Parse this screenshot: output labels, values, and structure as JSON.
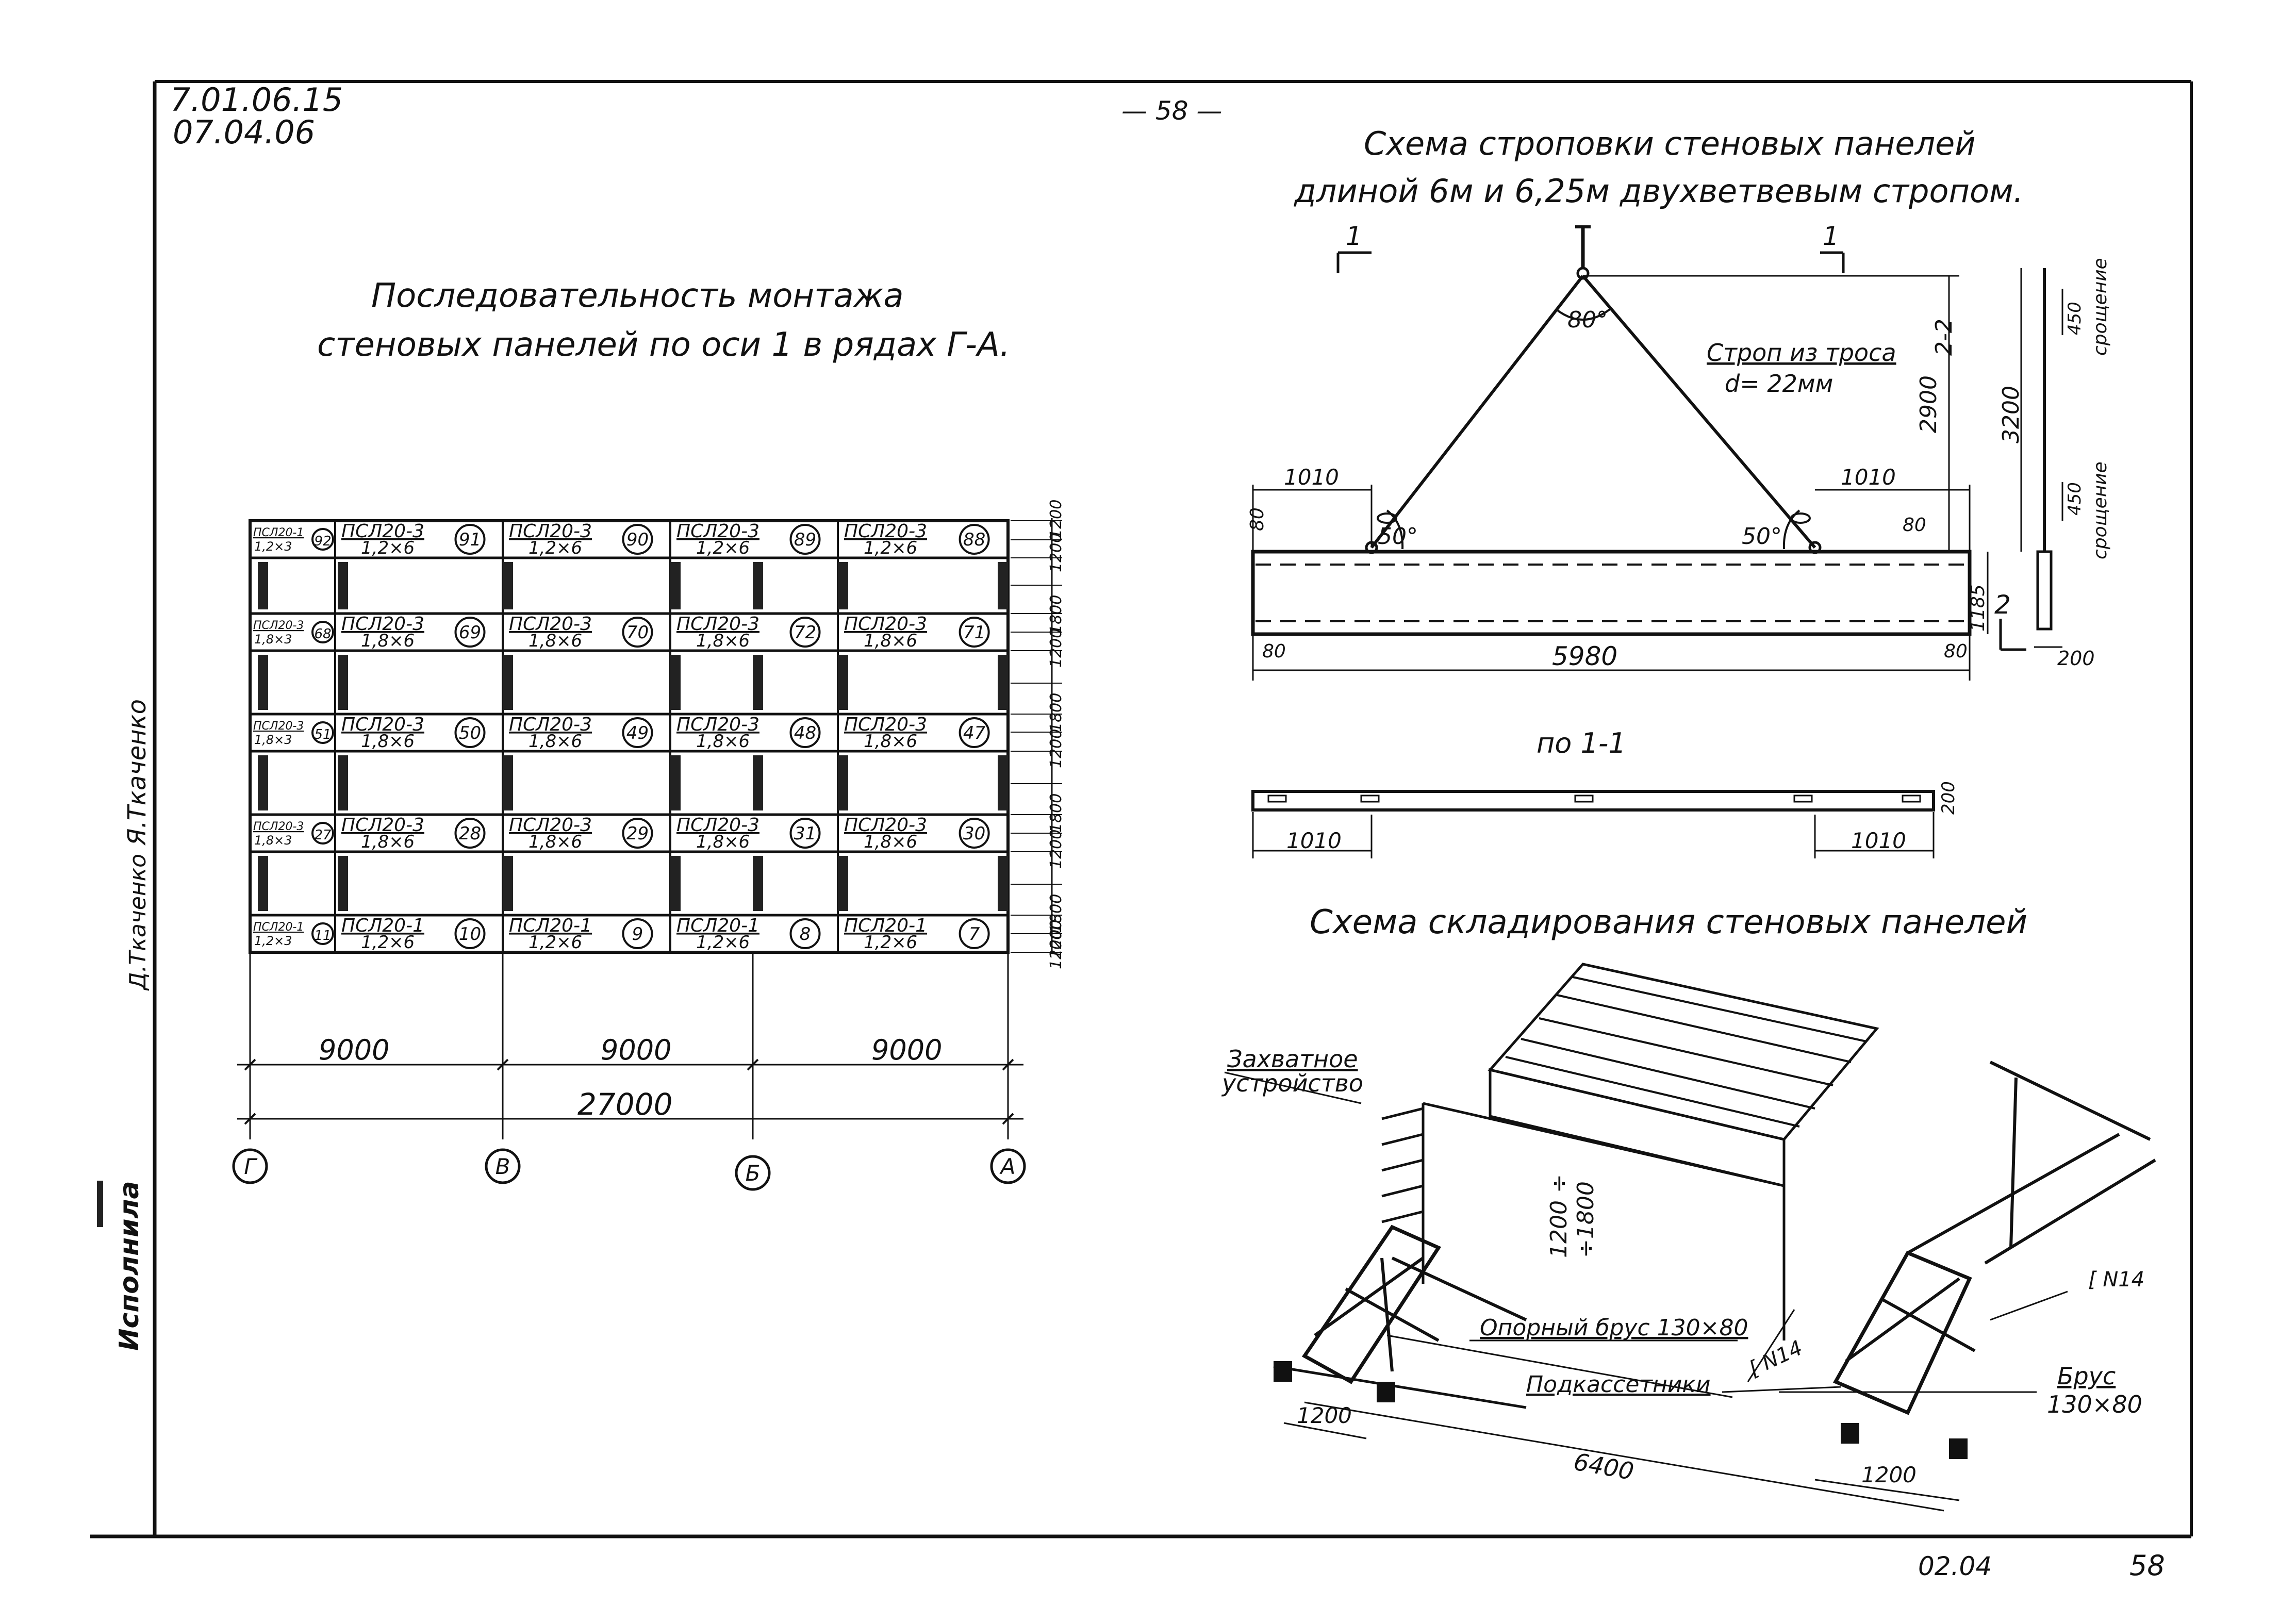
{
  "header": {
    "code_line1": "7.01.06.15",
    "code_line2": "07.04.06",
    "page_number_top": "— 58 —"
  },
  "left_drawing": {
    "title_line1": "Последовательность монтажа",
    "title_line2": "стеновых панелей по оси 1 в рядах Г-А.",
    "rows": [
      {
        "cells": [
          {
            "code": "ПСЛ20-1",
            "size": "1,2×3",
            "num": "92"
          },
          {
            "code": "ПСЛ20-3",
            "size": "1,2×6",
            "num": "91"
          },
          {
            "code": "ПСЛ20-3",
            "size": "1,2×6",
            "num": "90"
          },
          {
            "code": "ПСЛ20-3",
            "size": "1,2×6",
            "num": "89"
          },
          {
            "code": "ПСЛ20-3",
            "size": "1,2×6",
            "num": "88"
          }
        ]
      },
      {
        "cells": [
          {
            "code": "ПСЛ20-3",
            "size": "1,8×3",
            "num": "68"
          },
          {
            "code": "ПСЛ20-3",
            "size": "1,8×6",
            "num": "69"
          },
          {
            "code": "ПСЛ20-3",
            "size": "1,8×6",
            "num": "70"
          },
          {
            "code": "ПСЛ20-3",
            "size": "1,8×6",
            "num": "72"
          },
          {
            "code": "ПСЛ20-3",
            "size": "1,8×6",
            "num": "71"
          }
        ]
      },
      {
        "cells": [
          {
            "code": "ПСЛ20-3",
            "size": "1,8×3",
            "num": "51"
          },
          {
            "code": "ПСЛ20-3",
            "size": "1,8×6",
            "num": "50"
          },
          {
            "code": "ПСЛ20-3",
            "size": "1,8×6",
            "num": "49"
          },
          {
            "code": "ПСЛ20-3",
            "size": "1,8×6",
            "num": "48"
          },
          {
            "code": "ПСЛ20-3",
            "size": "1,8×6",
            "num": "47"
          }
        ]
      },
      {
        "cells": [
          {
            "code": "ПСЛ20-3",
            "size": "1,8×3",
            "num": "27"
          },
          {
            "code": "ПСЛ20-3",
            "size": "1,8×6",
            "num": "28"
          },
          {
            "code": "ПСЛ20-3",
            "size": "1,8×6",
            "num": "29"
          },
          {
            "code": "ПСЛ20-3",
            "size": "1,8×6",
            "num": "31"
          },
          {
            "code": "ПСЛ20-3",
            "size": "1,8×6",
            "num": "30"
          }
        ]
      },
      {
        "cells": [
          {
            "code": "ПСЛ20-1",
            "size": "1,2×3",
            "num": "11"
          },
          {
            "code": "ПСЛ20-1",
            "size": "1,2×6",
            "num": "10"
          },
          {
            "code": "ПСЛ20-1",
            "size": "1,2×6",
            "num": "9"
          },
          {
            "code": "ПСЛ20-1",
            "size": "1,2×6",
            "num": "8"
          },
          {
            "code": "ПСЛ20-1",
            "size": "1,2×6",
            "num": "7"
          }
        ]
      }
    ],
    "right_dims": [
      "1200",
      "1200",
      "1800",
      "1200",
      "1800",
      "1200",
      "1800",
      "1200",
      "1800",
      "1200",
      "1200"
    ],
    "bottom_dims": [
      "9000",
      "9000",
      "9000"
    ],
    "total_dim": "27000",
    "axes": [
      "Г",
      "В",
      "Б",
      "А"
    ]
  },
  "sling": {
    "title_line1": "Схема строповки стеновых панелей",
    "title_line2": "длиной 6м и 6,25м двухветвевым стропом.",
    "angle_top": "80°",
    "angle_left": "50°",
    "angle_right": "50°",
    "rope_label_line1": "Строп из троса",
    "rope_label_line2": "d= 22мм",
    "dim_height": "2900",
    "dim_left_offset": "1010",
    "dim_right_offset": "1010",
    "dim_left_80_top": "80",
    "dim_right_80_top": "80",
    "dim_left_80_bottom": "80",
    "dim_right_80_bottom": "80",
    "dim_panel_height": "1185",
    "dim_length": "5980",
    "section_mark_1": "1",
    "section_mark_2": "2",
    "section_title": "по 1-1",
    "section_dim_left": "1010",
    "section_dim_right": "1010",
    "section_dim_height": "200",
    "side_dim_total": "3200",
    "side_dim_top": "450",
    "side_dim_bottom": "450",
    "side_dim_width": "200",
    "side_label_top": "срощение",
    "side_label_bottom": "срощение",
    "side_section_mark": "2-2"
  },
  "storage": {
    "title": "Схема складирования стеновых панелей",
    "label_grip_line1": "Захватное",
    "label_grip_line2": "устройство",
    "label_panel_h_line1": "1200 ÷",
    "label_panel_h_line2": "÷1800",
    "label_support": "Опорный брус 130×80",
    "label_cassette": "Подкассетники",
    "label_channel_left": "[ N14",
    "label_channel_right": "[ N14",
    "label_beam_line1": "Брус",
    "label_beam_line2": "130×80",
    "dim_left": "1200",
    "dim_right": "1200",
    "dim_length": "6400"
  },
  "stamp": {
    "signature_left": "Д.Ткаченко",
    "signature_right": "Я.Ткаченко",
    "executor_label": "Исполнила"
  },
  "footer": {
    "date_code": "02.04",
    "page_number": "58"
  }
}
